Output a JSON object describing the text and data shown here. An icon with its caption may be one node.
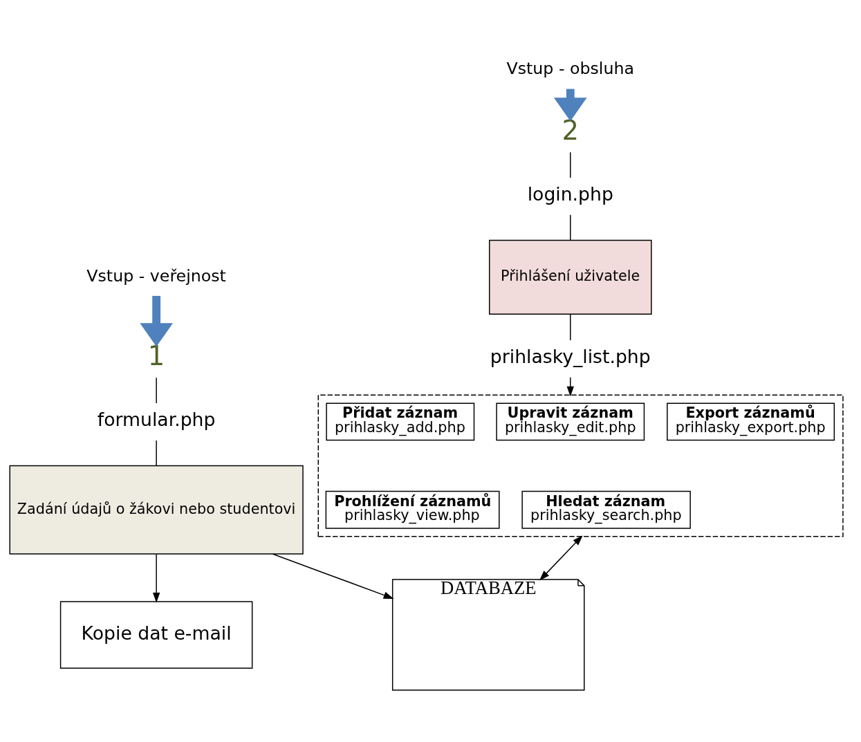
{
  "diagram": {
    "nodes": [
      {
        "text": [
          "Vstup - veřejnost"
        ]
      },
      {
        "text": [
          "1"
        ]
      },
      {
        "text": [
          "formular.php"
        ]
      },
      {
        "text": [
          "Zadání údajů o žákovi nebo studentovi"
        ]
      },
      {
        "text": [
          "Kopie dat e-mail"
        ]
      },
      {
        "text": [
          "DATABAZE"
        ]
      },
      {
        "text": [
          "Vstup - obsluha"
        ]
      },
      {
        "text": [
          "2"
        ]
      },
      {
        "text": [
          "login.php"
        ]
      },
      {
        "text": [
          "Přihlášení uživatele"
        ]
      },
      {
        "text": [
          "prihlasky_list.php"
        ]
      },
      {
        "text": [],
        "shape": "box"
      },
      {
        "text": [
          "Přidat záznam",
          "prihlasky_add.php"
        ],
        "in": 11
      },
      {
        "text": [
          "Upravit záznam",
          "prihlasky_edit.php"
        ],
        "in": 11
      },
      {
        "text": [
          "Export záznamů",
          "prihlasky_export.php"
        ],
        "in": 11
      },
      {
        "text": [
          "Prohlížení záznamů",
          "prihlasky_view.php"
        ],
        "in": 11
      },
      {
        "text": [
          "Hledat záznam",
          "prihlasky_search.php"
        ],
        "in": 11
      }
    ],
    "edges": [
      {
        "from": 0,
        "to": 1,
        "arrow": "to",
        "style": "thick",
        "color": "#4f81bd"
      },
      {
        "from": 1,
        "to": 2,
        "arrow": "none"
      },
      {
        "from": 2,
        "to": 3,
        "arrow": "none"
      },
      {
        "from": 3,
        "to": 4,
        "arrow": "to"
      },
      {
        "from": 3,
        "to": 5,
        "arrow": "to"
      },
      {
        "from": 6,
        "to": 7,
        "arrow": "to",
        "style": "thick",
        "color": "#4f81bd"
      },
      {
        "from": 7,
        "to": 8,
        "arrow": "none"
      },
      {
        "from": 8,
        "to": 9,
        "arrow": "none"
      },
      {
        "from": 9,
        "to": 10,
        "arrow": "none"
      },
      {
        "from": 10,
        "to": 11,
        "arrow": "to"
      },
      {
        "from": 11,
        "to": 5,
        "arrow": "both"
      }
    ]
  }
}
